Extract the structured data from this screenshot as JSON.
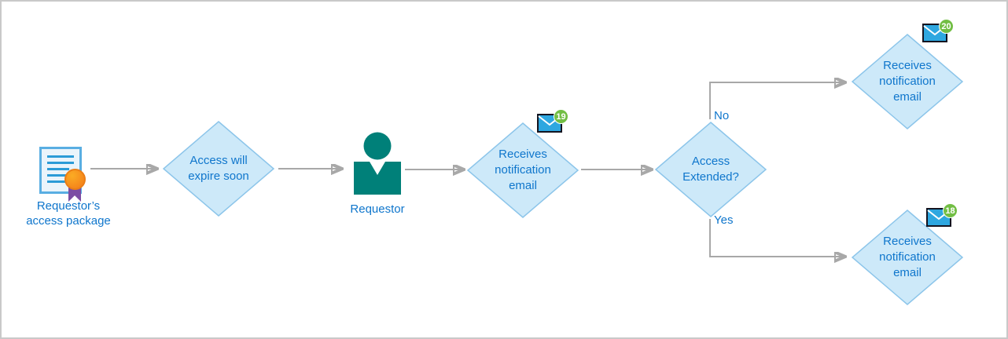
{
  "flowchart": {
    "nodes": [
      {
        "id": "access-package",
        "type": "document-icon",
        "label": "Requestor’s access package"
      },
      {
        "id": "access-will-expire",
        "type": "diamond",
        "label": "Access will expire soon"
      },
      {
        "id": "requestor",
        "type": "person-icon",
        "label": "Requestor"
      },
      {
        "id": "receives-email-19",
        "type": "diamond",
        "label": "Receives notification email",
        "badge": "19"
      },
      {
        "id": "access-extended",
        "type": "diamond",
        "label": "Access Extended?"
      },
      {
        "id": "receives-email-20",
        "type": "diamond",
        "label": "Receives notification email",
        "badge": "20"
      },
      {
        "id": "receives-email-18",
        "type": "diamond",
        "label": "Receives notification email",
        "badge": "18"
      }
    ],
    "branch_labels": {
      "no": "No",
      "yes": "Yes"
    },
    "colors": {
      "node_fill": "#cde9f9",
      "node_border": "#8cc5ea",
      "label_text": "#0f76cc",
      "connector": "#a8a8a8",
      "person_teal": "#008079",
      "envelope_blue": "#2ea7e0",
      "badge_green": "#72be44",
      "seal_orange": "#f79428",
      "ribbon_purple": "#7c4da4",
      "document_blue": "#59aee2"
    }
  }
}
